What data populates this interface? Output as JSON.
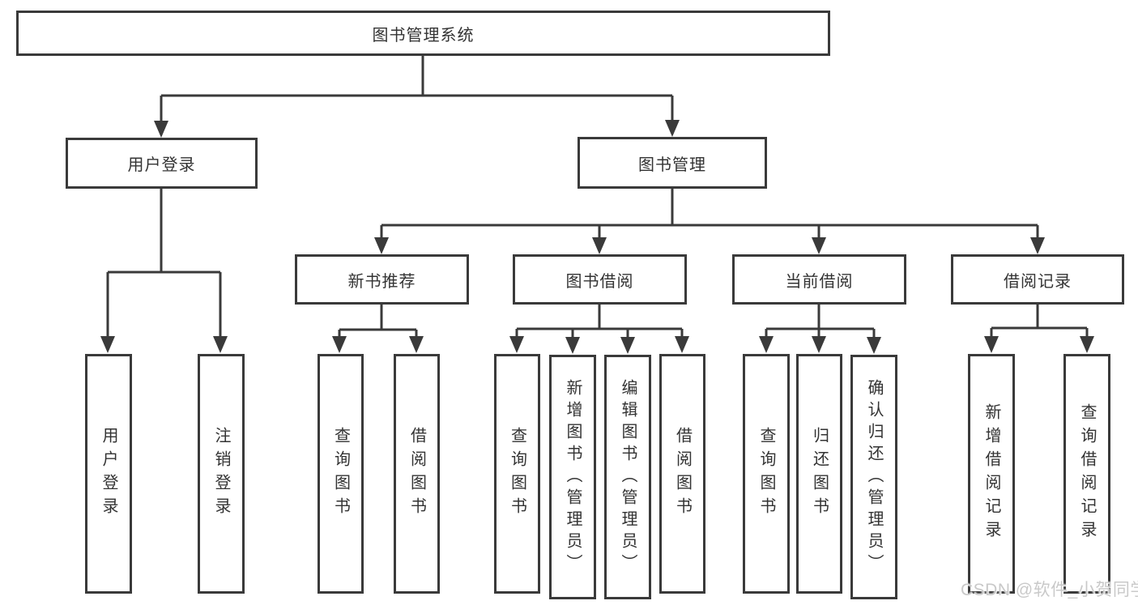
{
  "diagram": {
    "title": "图书管理系统",
    "watermark": "CSDN @软件_小贺同学",
    "colors": {
      "line": "#3a3a3a",
      "box_border": "#3a3a3a",
      "text": "#333333",
      "watermark": "#c9c9c9",
      "background": "#ffffff"
    },
    "root": {
      "label": "图书管理系统"
    },
    "level2": [
      {
        "label": "用户登录"
      },
      {
        "label": "图书管理"
      }
    ],
    "level3": [
      {
        "label": "新书推荐",
        "parent": "图书管理"
      },
      {
        "label": "图书借阅",
        "parent": "图书管理"
      },
      {
        "label": "当前借阅",
        "parent": "图书管理"
      },
      {
        "label": "借阅记录",
        "parent": "图书管理"
      }
    ],
    "leaves": [
      {
        "label": "用户登录",
        "parent": "用户登录"
      },
      {
        "label": "注销登录",
        "parent": "用户登录"
      },
      {
        "label": "查询图书",
        "parent": "新书推荐"
      },
      {
        "label": "借阅图书",
        "parent": "新书推荐"
      },
      {
        "label": "查询图书",
        "parent": "图书借阅"
      },
      {
        "label": "新增图书（管理员）",
        "parent": "图书借阅"
      },
      {
        "label": "编辑图书（管理员）",
        "parent": "图书借阅"
      },
      {
        "label": "借阅图书",
        "parent": "图书借阅"
      },
      {
        "label": "查询图书",
        "parent": "当前借阅"
      },
      {
        "label": "归还图书",
        "parent": "当前借阅"
      },
      {
        "label": "确认归还（管理员）",
        "parent": "当前借阅"
      },
      {
        "label": "新增借阅记录",
        "parent": "借阅记录"
      },
      {
        "label": "查询借阅记录",
        "parent": "借阅记录"
      }
    ]
  }
}
